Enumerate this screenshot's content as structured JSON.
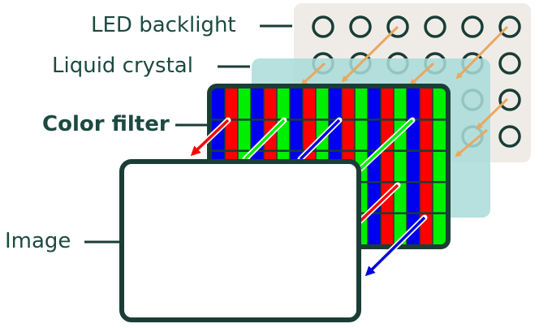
{
  "labels": {
    "led_backlight": "LED backlight",
    "liquid_crystal": "Liquid crystal",
    "color_filter": "Color filter",
    "image": "Image"
  },
  "layers": {
    "led": {
      "rows": 4,
      "cols": 6
    },
    "filter": {
      "rows": 5,
      "cols": 18,
      "stripe_pattern": [
        "blue",
        "red",
        "green"
      ]
    }
  },
  "colors": {
    "text": "#1d4a40",
    "outline": "#1a3d36",
    "backlight_panel": "#efece8",
    "liquid_crystal_panel": "#a9dcd8",
    "filter_red": "#ff0000",
    "filter_green": "#00ee00",
    "filter_blue": "#0000ee",
    "light_ray": "#e8a860",
    "image_screen": "#ffffff"
  }
}
